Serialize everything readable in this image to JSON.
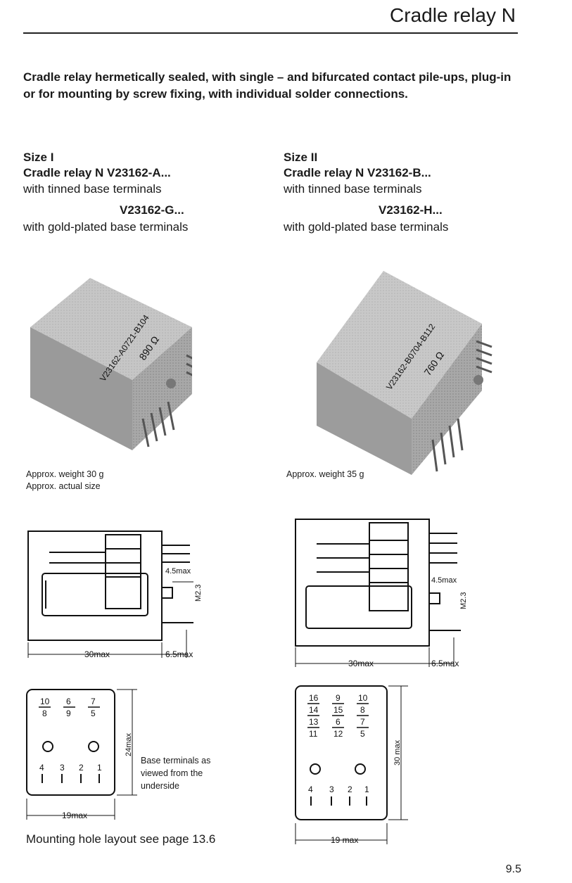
{
  "header": {
    "title": "Cradle relay N"
  },
  "intro": "Cradle relay hermetically sealed, with single – and bifurcated contact pile-ups, plug-in or for mounting by screw fixing, with individual solder connections.",
  "size1": {
    "size": "Size I",
    "type_line": "Cradle relay N V23162-A...",
    "tinned": "with tinned base terminals",
    "gold_type": "V23162-G...",
    "gold": "with gold-plated base terminals",
    "relay_marking": "V23162-A0721-B104",
    "relay_resistance": "890 Ω",
    "weight": "Approx. weight 30 g",
    "actual": "Approx. actual size",
    "dim_length": "30max",
    "dim_pin": "6.5max",
    "dim_pin_small": "4.5max",
    "dim_screw": "M2.3",
    "dim_base_width": "19max",
    "dim_base_height": "24max",
    "base_top_numbers": [
      "10",
      "6",
      "7"
    ],
    "base_mid_numbers": [
      "8",
      "9",
      "5"
    ],
    "base_bottom_numbers": [
      "4",
      "3",
      "2",
      "1"
    ]
  },
  "size2": {
    "size": "Size II",
    "type_line": "Cradle relay N V23162-B...",
    "tinned": "with tinned base terminals",
    "gold_type": "V23162-H...",
    "gold": "with gold-plated base terminals",
    "relay_marking": "V23162-B0704-B112",
    "relay_resistance": "760 Ω",
    "weight": "Approx. weight 35 g",
    "dim_length": "30max",
    "dim_pin": "6.5max",
    "dim_pin_small": "4.5max",
    "dim_screw": "M2.3",
    "dim_base_width": "19 max",
    "dim_base_height": "30 max",
    "base_rows": [
      [
        "16",
        "9",
        "10"
      ],
      [
        "14",
        "15",
        "8"
      ],
      [
        "13",
        "6",
        "7"
      ],
      [
        "11",
        "12",
        "5"
      ]
    ],
    "base_bottom_numbers": [
      "4",
      "3",
      "2",
      "1"
    ]
  },
  "base_note": "Base terminals as viewed from the underside",
  "mounting_note": "Mounting hole layout see page 13.6",
  "page_number": "9.5"
}
